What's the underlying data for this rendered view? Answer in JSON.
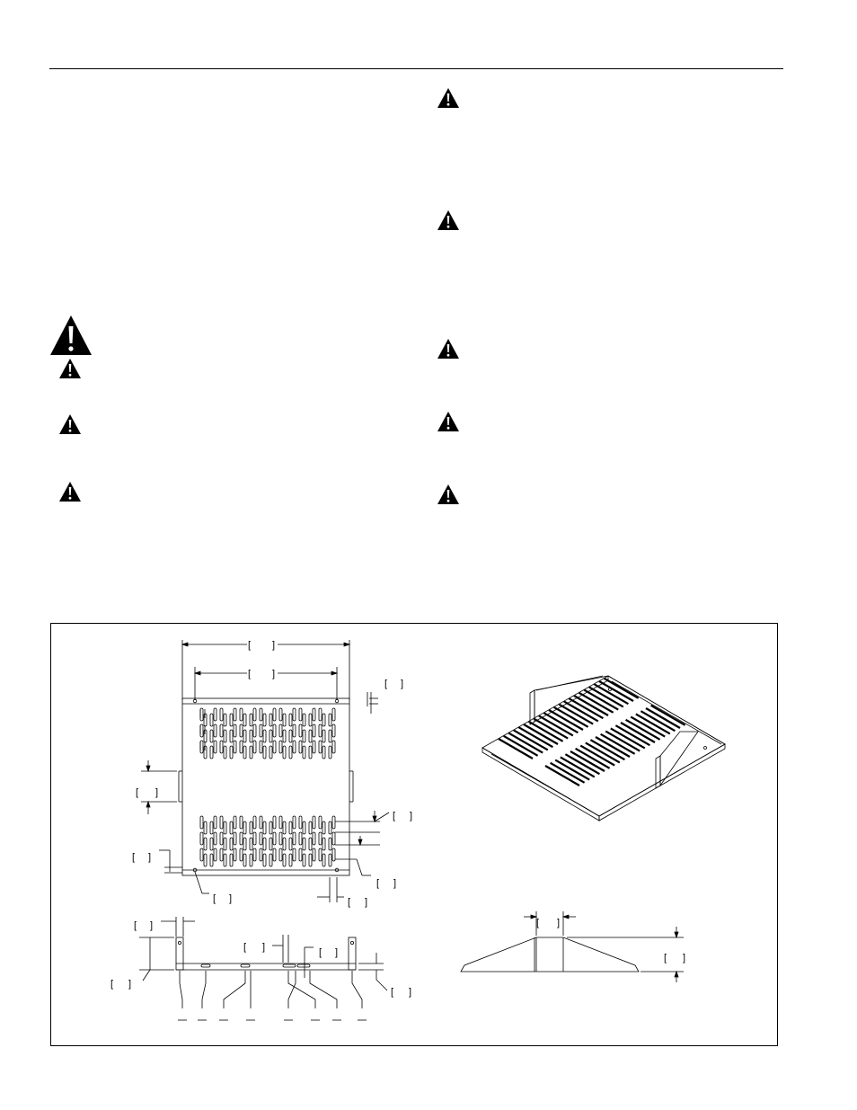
{
  "page": {
    "warning_icon": "warning-triangle-icon",
    "left_warnings": [
      "large",
      "small",
      "small",
      "small"
    ],
    "right_warnings": [
      "small",
      "small",
      "small",
      "small",
      "small"
    ]
  },
  "figure": {
    "views": [
      "top-view",
      "front-view",
      "isometric-view",
      "side-view"
    ],
    "bracket_glyph": "[ ]"
  }
}
